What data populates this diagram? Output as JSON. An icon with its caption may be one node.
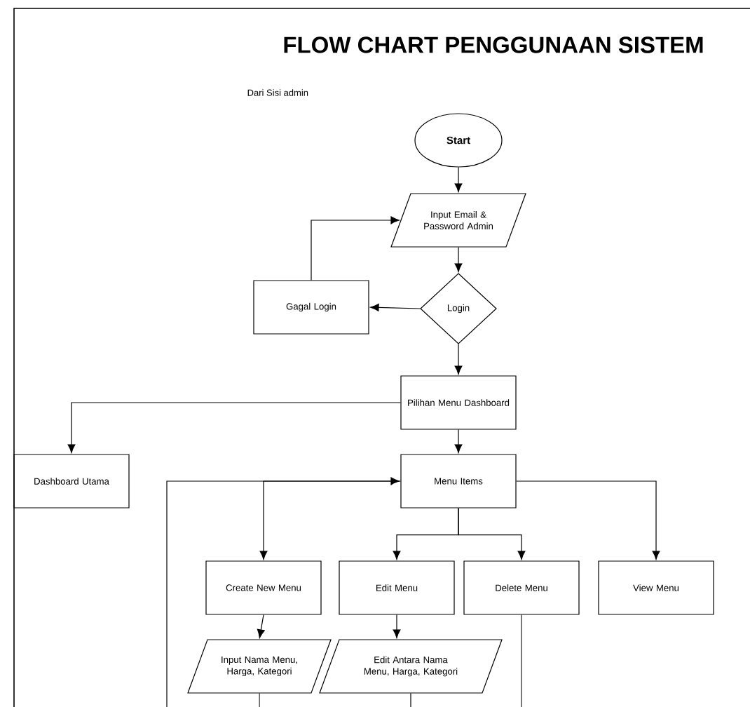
{
  "diagram": {
    "title": "FLOW CHART PENGGUNAAN SISTEM",
    "nodes": [
      {
        "text": [
          "Start"
        ]
      },
      {
        "text": [
          "Input Email & Password Admin"
        ]
      },
      {
        "text": [
          "Login"
        ]
      },
      {
        "text": [
          "Gagal Login"
        ]
      },
      {
        "text": [
          "Pilihan Menu Dashboard"
        ]
      },
      {
        "text": [
          "Dashboard Utama"
        ]
      },
      {
        "text": [
          "Menu Items"
        ]
      },
      {
        "text": [
          "Create New Menu"
        ]
      },
      {
        "text": [
          "Edit Menu"
        ]
      },
      {
        "text": [
          "Delete Menu"
        ]
      },
      {
        "text": [
          "View Menu"
        ]
      },
      {
        "text": [
          "Input Nama Menu, Harga, Kategori"
        ]
      },
      {
        "text": [
          "Edit Antara Nama Menu, Harga, Kategori"
        ]
      }
    ],
    "edges": [
      {
        "from": 0,
        "to": 1,
        "arrow": "to"
      },
      {
        "from": 1,
        "to": 2,
        "arrow": "to"
      },
      {
        "from": 2,
        "to": 3,
        "arrow": "to"
      },
      {
        "from": 3,
        "to": 1,
        "arrow": "to"
      },
      {
        "from": 2,
        "to": 4,
        "arrow": "to"
      },
      {
        "from": 4,
        "to": 5,
        "arrow": "to"
      },
      {
        "from": 4,
        "to": 6,
        "arrow": "to"
      },
      {
        "from": null,
        "to": 6,
        "arrow": "to"
      },
      {
        "from": 6,
        "to": 7,
        "arrow": "to"
      },
      {
        "from": 6,
        "to": 8,
        "arrow": "to"
      },
      {
        "from": 6,
        "to": 9,
        "arrow": "to"
      },
      {
        "from": 6,
        "to": 10,
        "arrow": "to"
      },
      {
        "from": 7,
        "to": 11,
        "arrow": "to"
      },
      {
        "from": 8,
        "to": 12,
        "arrow": "to"
      },
      {
        "from": 11,
        "to": null,
        "arrow": "none"
      },
      {
        "from": 12,
        "to": null,
        "arrow": "none"
      },
      {
        "from": 9,
        "to": null,
        "arrow": "none"
      }
    ],
    "labels": [
      "Dari Sisi admin"
    ]
  }
}
